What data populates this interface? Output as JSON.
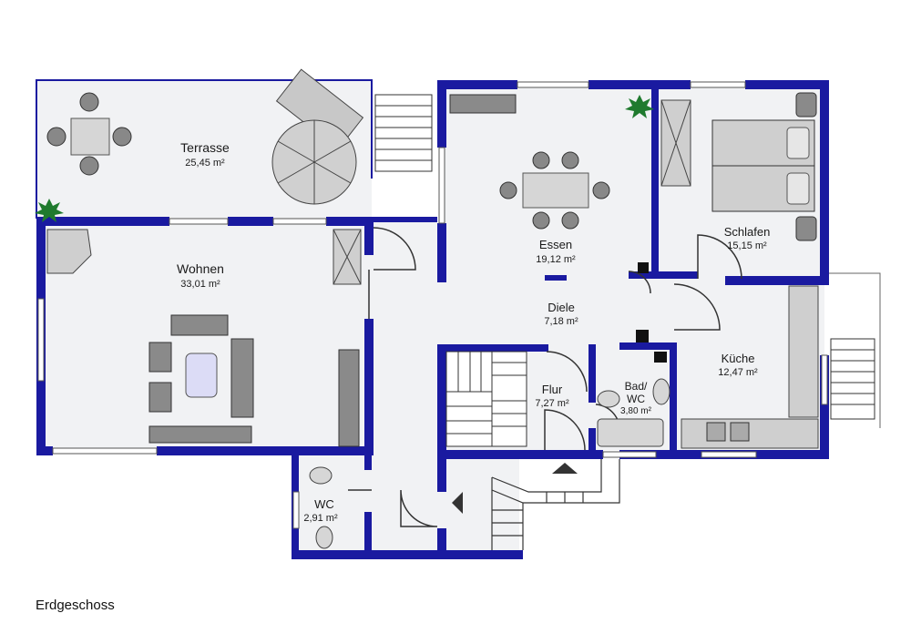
{
  "caption": "Erdgeschoss",
  "colors": {
    "wall": "#1a1aa0",
    "floor": "#f1f2f4",
    "furniture_dark": "#7a7a7a",
    "furniture_light": "#c8c8c8",
    "plant": "#1f7a2e"
  },
  "rooms": {
    "terrasse": {
      "name": "Terrasse",
      "area": "25,45 m²"
    },
    "wohnen": {
      "name": "Wohnen",
      "area": "33,01 m²"
    },
    "essen": {
      "name": "Essen",
      "area": "19,12 m²"
    },
    "schlafen": {
      "name": "Schlafen",
      "area": "15,15 m²"
    },
    "diele": {
      "name": "Diele",
      "area": "7,18 m²"
    },
    "kueche": {
      "name": "Küche",
      "area": "12,47 m²"
    },
    "flur": {
      "name": "Flur",
      "area": "7,27 m²"
    },
    "bad": {
      "name": "Bad/",
      "name2": "WC",
      "area": "3,80 m²"
    },
    "wc": {
      "name": "WC",
      "area": "2,91 m²"
    }
  },
  "icons": [
    "plant-icon",
    "entrance-arrow-icon",
    "stair-arrow-icon"
  ]
}
